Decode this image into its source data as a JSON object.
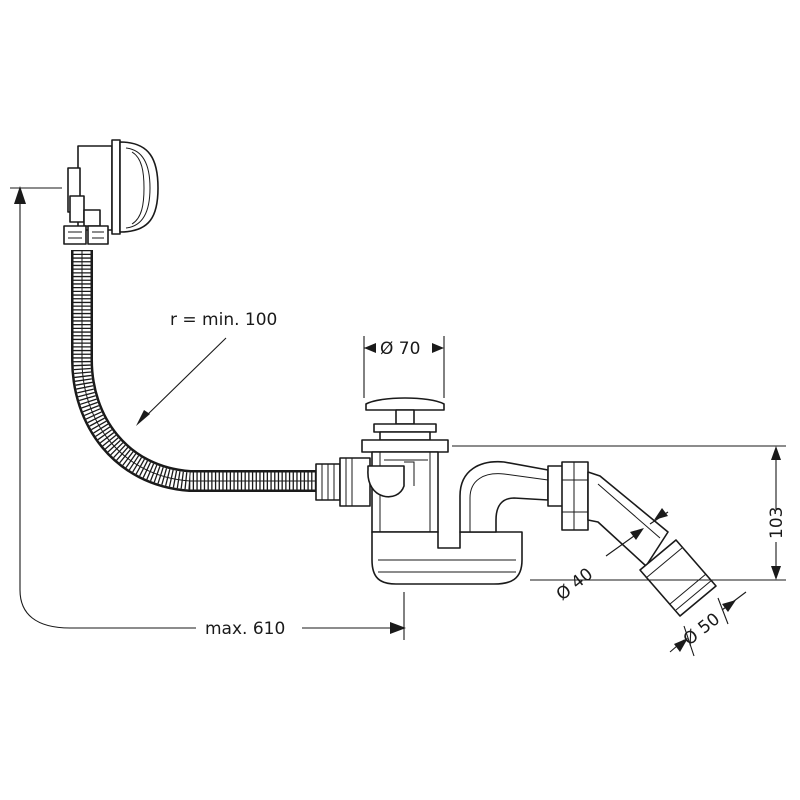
{
  "labels": {
    "radius": "r = min. 100",
    "drain_diameter": "Ø 70",
    "height": "103",
    "outlet_inner": "Ø 40",
    "outlet_outer": "Ø 50",
    "max_length": "max. 610"
  }
}
